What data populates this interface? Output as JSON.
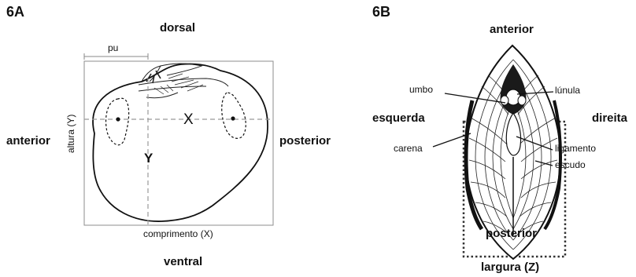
{
  "figure_a": {
    "label": "6A",
    "orientation": {
      "top": "dorsal",
      "bottom": "ventral",
      "left": "anterior",
      "right": "posterior"
    },
    "measures": {
      "pu": "pu",
      "height": "altura (Y)",
      "length": "comprimento (X)",
      "x_mark": "X",
      "y_mark": "Y"
    }
  },
  "figure_b": {
    "label": "6B",
    "orientation": {
      "top": "anterior",
      "bottom": "posterior",
      "left": "esquerda",
      "right": "direita"
    },
    "parts": {
      "umbo": "umbo",
      "lunula": "lúnula",
      "carena": "carena",
      "ligamento": "ligamento",
      "escudo": "escudo"
    },
    "width": "largura (Z)"
  },
  "colors": {
    "line": "#111111",
    "guide": "#9a9a9a",
    "frame": "#8c8c8c"
  }
}
